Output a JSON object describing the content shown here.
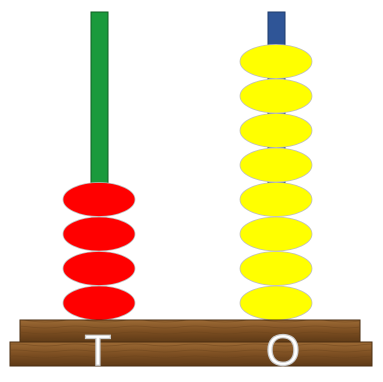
{
  "abacus": {
    "rods": [
      {
        "place": "tens",
        "label": "T",
        "beads": 4,
        "rod_color": "#1a9a3c",
        "bead_color": "#ff0000"
      },
      {
        "place": "ones",
        "label": "O",
        "beads": 8,
        "rod_color": "#2f5597",
        "bead_color": "#ffff00"
      }
    ],
    "base_color": "#8b5a2b"
  }
}
